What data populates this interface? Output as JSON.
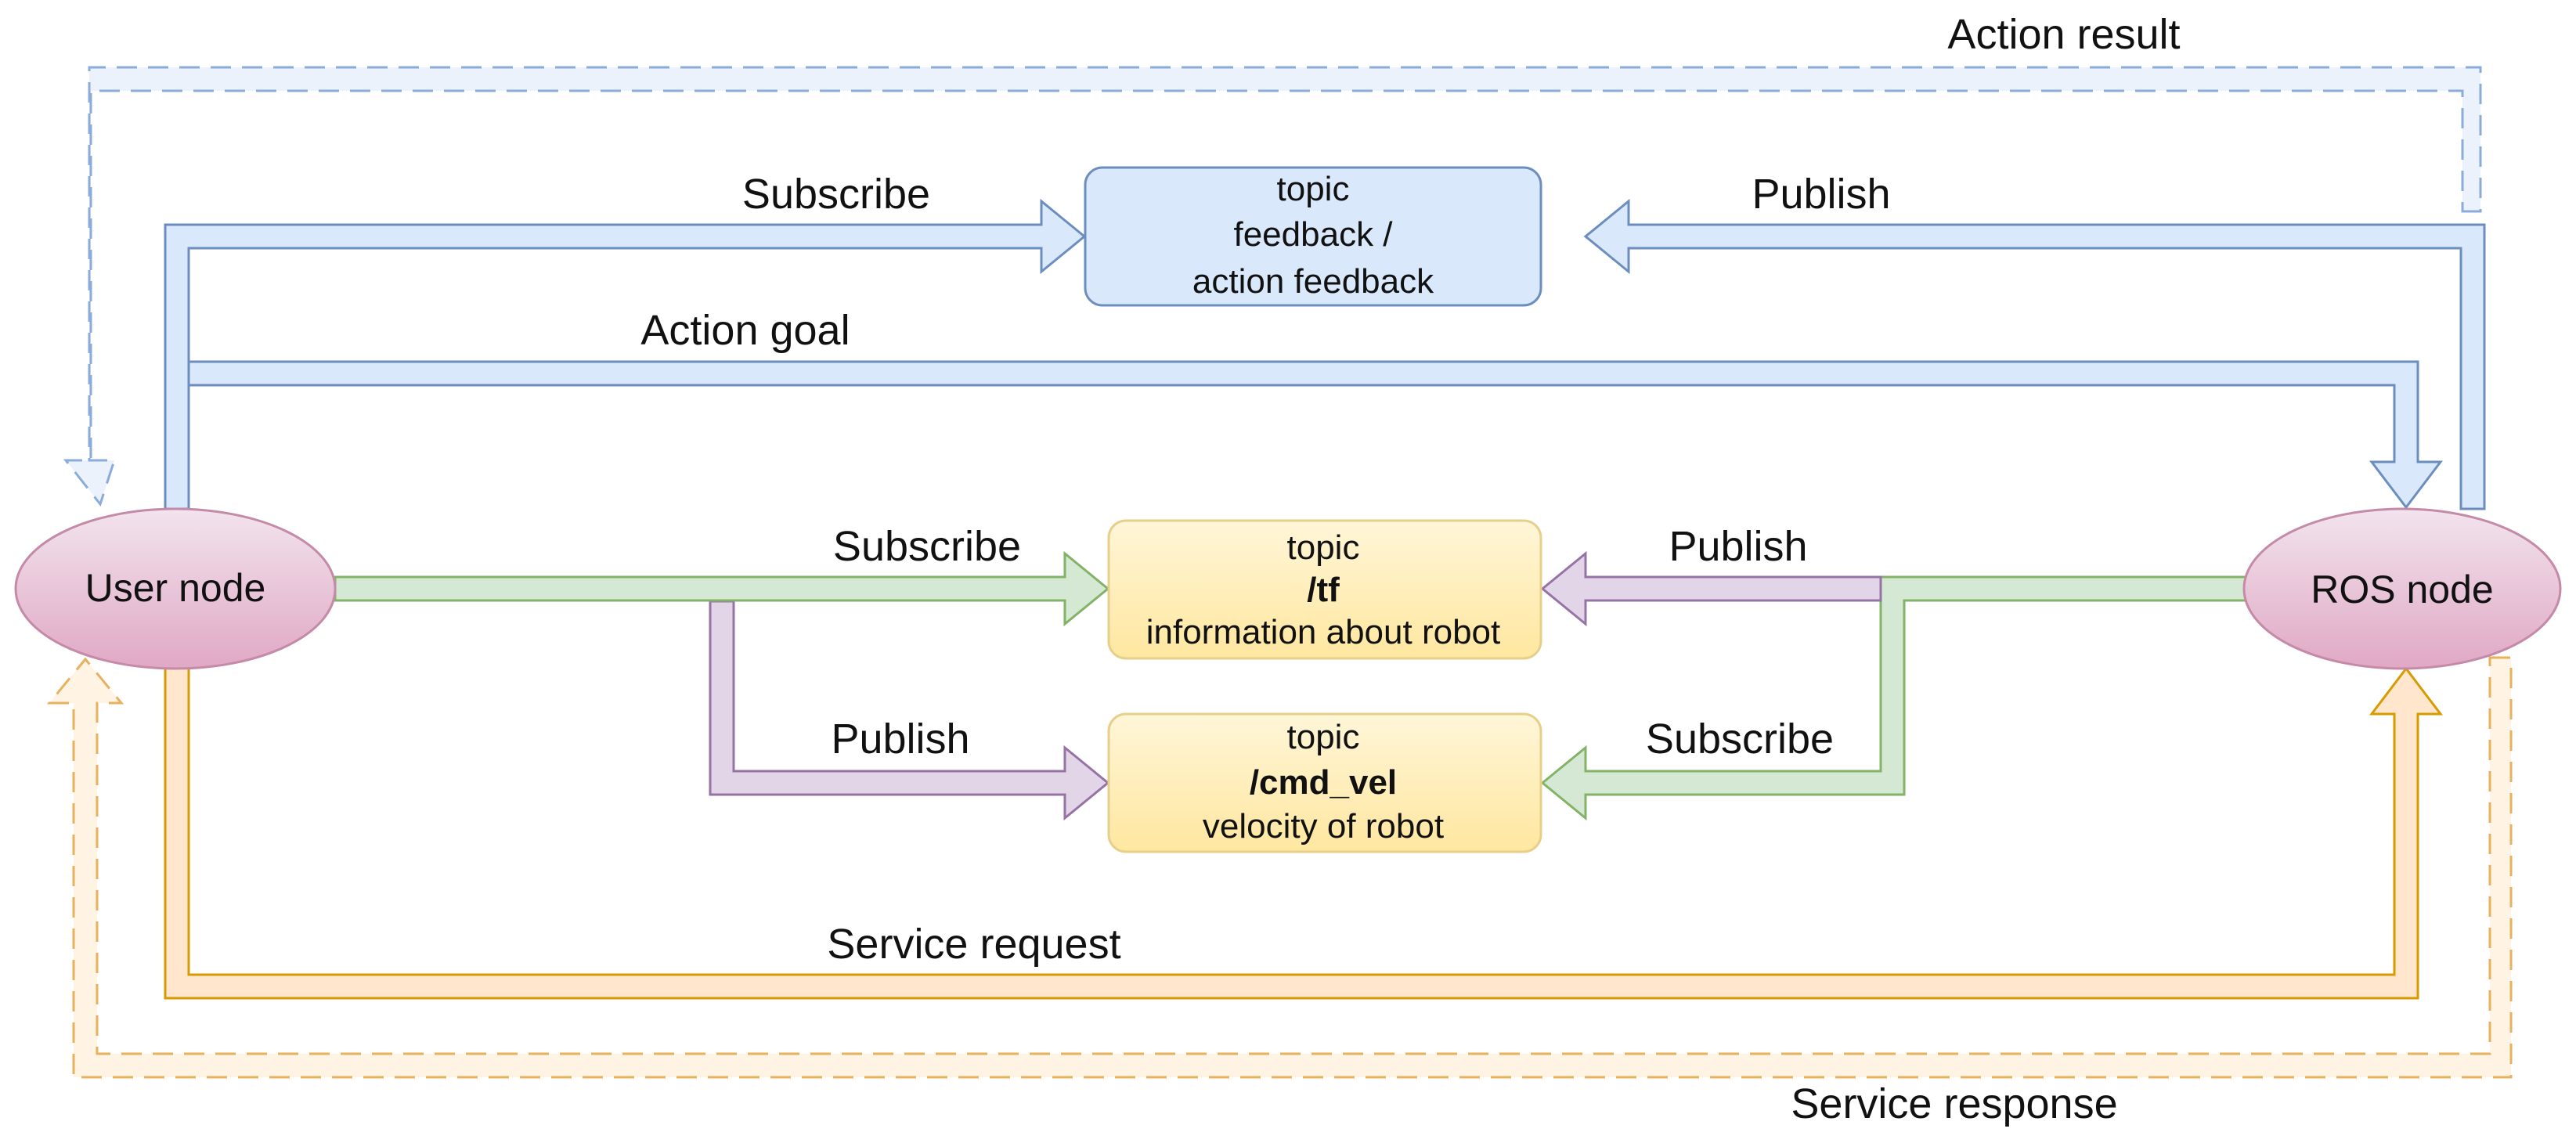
{
  "nodes": {
    "user": {
      "label": "User node"
    },
    "ros": {
      "label": "ROS node"
    }
  },
  "topics": {
    "feedback": {
      "line1": "topic",
      "line2": "feedback /",
      "line3": "action feedback"
    },
    "tf": {
      "line1": "topic",
      "line2": "/tf",
      "line3": "information about robot"
    },
    "cmd_vel": {
      "line1": "topic",
      "line2": "/cmd_vel",
      "line3": "velocity of robot"
    }
  },
  "edges": {
    "action_result": "Action result",
    "feedback_subscribe": "Subscribe",
    "feedback_publish": "Publish",
    "action_goal": "Action goal",
    "tf_subscribe": "Subscribe",
    "tf_publish": "Publish",
    "cmd_publish": "Publish",
    "cmd_subscribe": "Subscribe",
    "service_request": "Service request",
    "service_response": "Service response"
  },
  "colors": {
    "action_fill": "#dae8fc",
    "action_stroke": "#6c8ebf",
    "topic_fill": "#fff2cc",
    "topic_stroke": "#d6b656",
    "node_fill": "#e6d0de",
    "node_stroke": "#c0759a",
    "green_fill": "#d5e8d4",
    "green_stroke": "#82b366",
    "purple_fill": "#e1d5e7",
    "purple_stroke": "#9673a6",
    "service_fill": "#ffe6cc",
    "service_stroke": "#d79b00"
  }
}
